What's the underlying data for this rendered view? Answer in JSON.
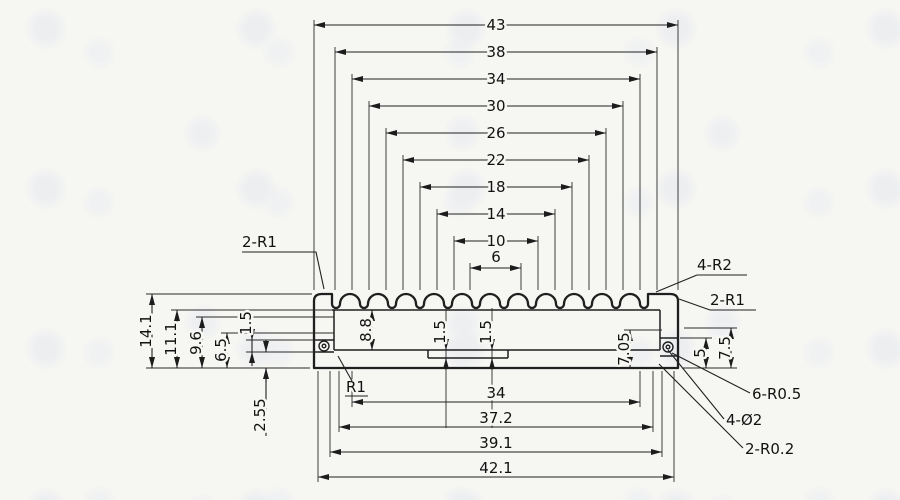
{
  "drawing": {
    "top_dims": [
      "43",
      "38",
      "34",
      "30",
      "26",
      "22",
      "18",
      "14",
      "10",
      "6"
    ],
    "left_dims": [
      "14.1",
      "11.1",
      "9.6",
      "6.5",
      "1.5",
      "2.55"
    ],
    "inner_dims": [
      "8.8",
      "1.5",
      "1.5",
      "7.05"
    ],
    "right_dims": [
      "5",
      "7.5"
    ],
    "bottom_dims": [
      "34",
      "37.2",
      "39.1",
      "42.1"
    ],
    "callouts": {
      "top_left": "2-R1",
      "top_right": "4-R2",
      "right_upper": "2-R1",
      "radius_05": "6-R0.5",
      "diameter": "4-Ø2",
      "radius_02": "2-R0.2",
      "inner_radius": "R1"
    }
  }
}
